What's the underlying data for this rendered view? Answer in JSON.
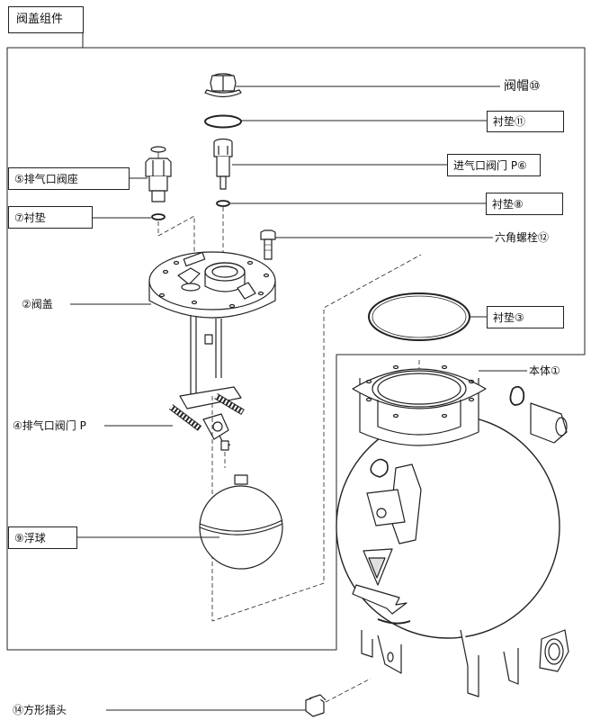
{
  "title": "阀盖组件",
  "parts": {
    "valve_cap": "阀帽⑩",
    "gasket_11": "衬垫⑪",
    "exhaust_seat": "⑤排气口阀座",
    "intake_valve": "进气口阀门 P⑥",
    "gasket_7": "⑦衬垫",
    "gasket_8": "衬垫⑧",
    "hex_bolt": "六角螺栓⑫",
    "valve_cover": "②阀盖",
    "gasket_3": "衬垫③",
    "body": "本体①",
    "exhaust_valve": "④排气口阀门 P",
    "float": "⑨浮球",
    "square_plug": "⑭方形插头"
  },
  "colors": {
    "line": "#222222",
    "fill": "#ffffff",
    "shade": "#d8d8d8"
  }
}
